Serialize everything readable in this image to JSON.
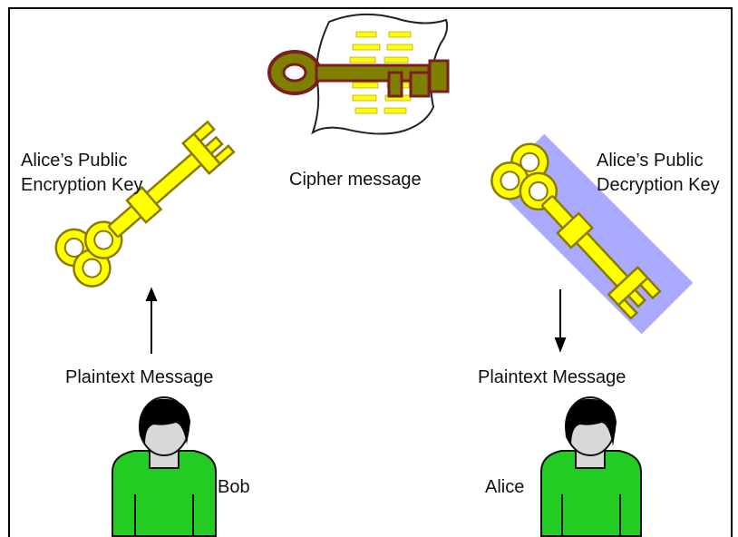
{
  "labels": {
    "cipher_message": "Cipher message",
    "encryption_key": {
      "line1": "Alice’s Public",
      "line2": "Encryption Key"
    },
    "decryption_key": {
      "line1": "Alice’s Public",
      "line2": "Decryption Key"
    },
    "plaintext_left": "Plaintext Message",
    "plaintext_right": "Plaintext Message",
    "sender_name": "Bob",
    "receiver_name": "Alice"
  },
  "colors": {
    "key_fill": "#ffff00",
    "key_outline": "#8c7a00",
    "cipher_key_fill": "#808000",
    "cipher_key_outline": "#7a1f1f",
    "scroll_lines": "#ffff00",
    "highlight": "#aaaaff",
    "person_body": "#22cc22",
    "person_neck": "#d8d8d8",
    "person_hair": "#000000",
    "frame": "#000000"
  },
  "icons": {
    "cipher": "cipher-scroll-key-icon",
    "encryption_key": "key-icon",
    "decryption_key": "key-icon",
    "sender": "person-icon",
    "receiver": "person-icon"
  }
}
